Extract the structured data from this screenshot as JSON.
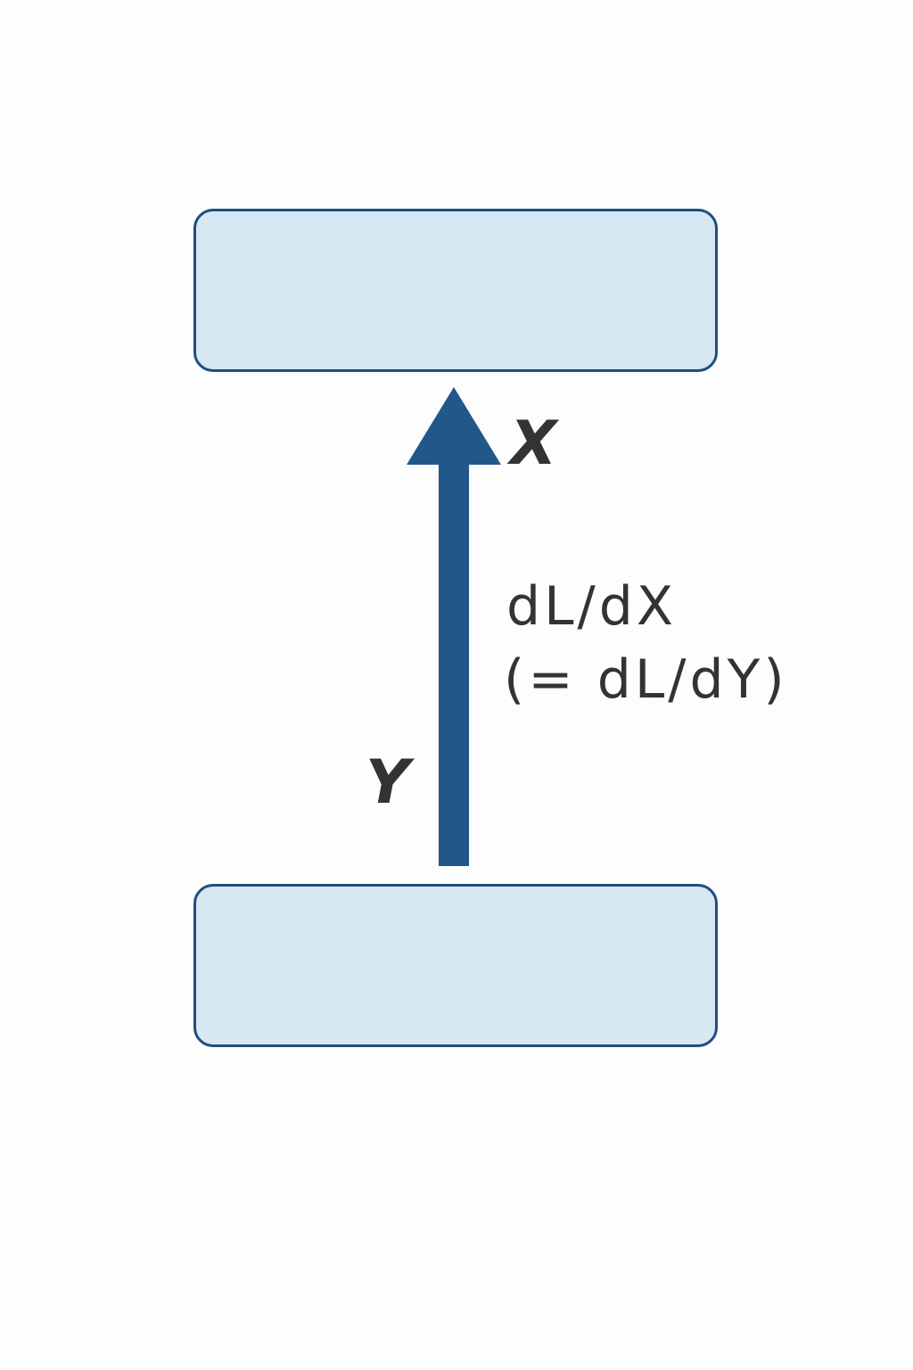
{
  "labels": {
    "top_var": "X",
    "bottom_var": "Y",
    "gradient_line1": "dL/dX",
    "gradient_line2": "(= dL/dY)"
  },
  "colors": {
    "box_fill": "#d5e8f4",
    "box_border": "#1f4e7f",
    "arrow": "#22578a",
    "text": "#333333"
  }
}
